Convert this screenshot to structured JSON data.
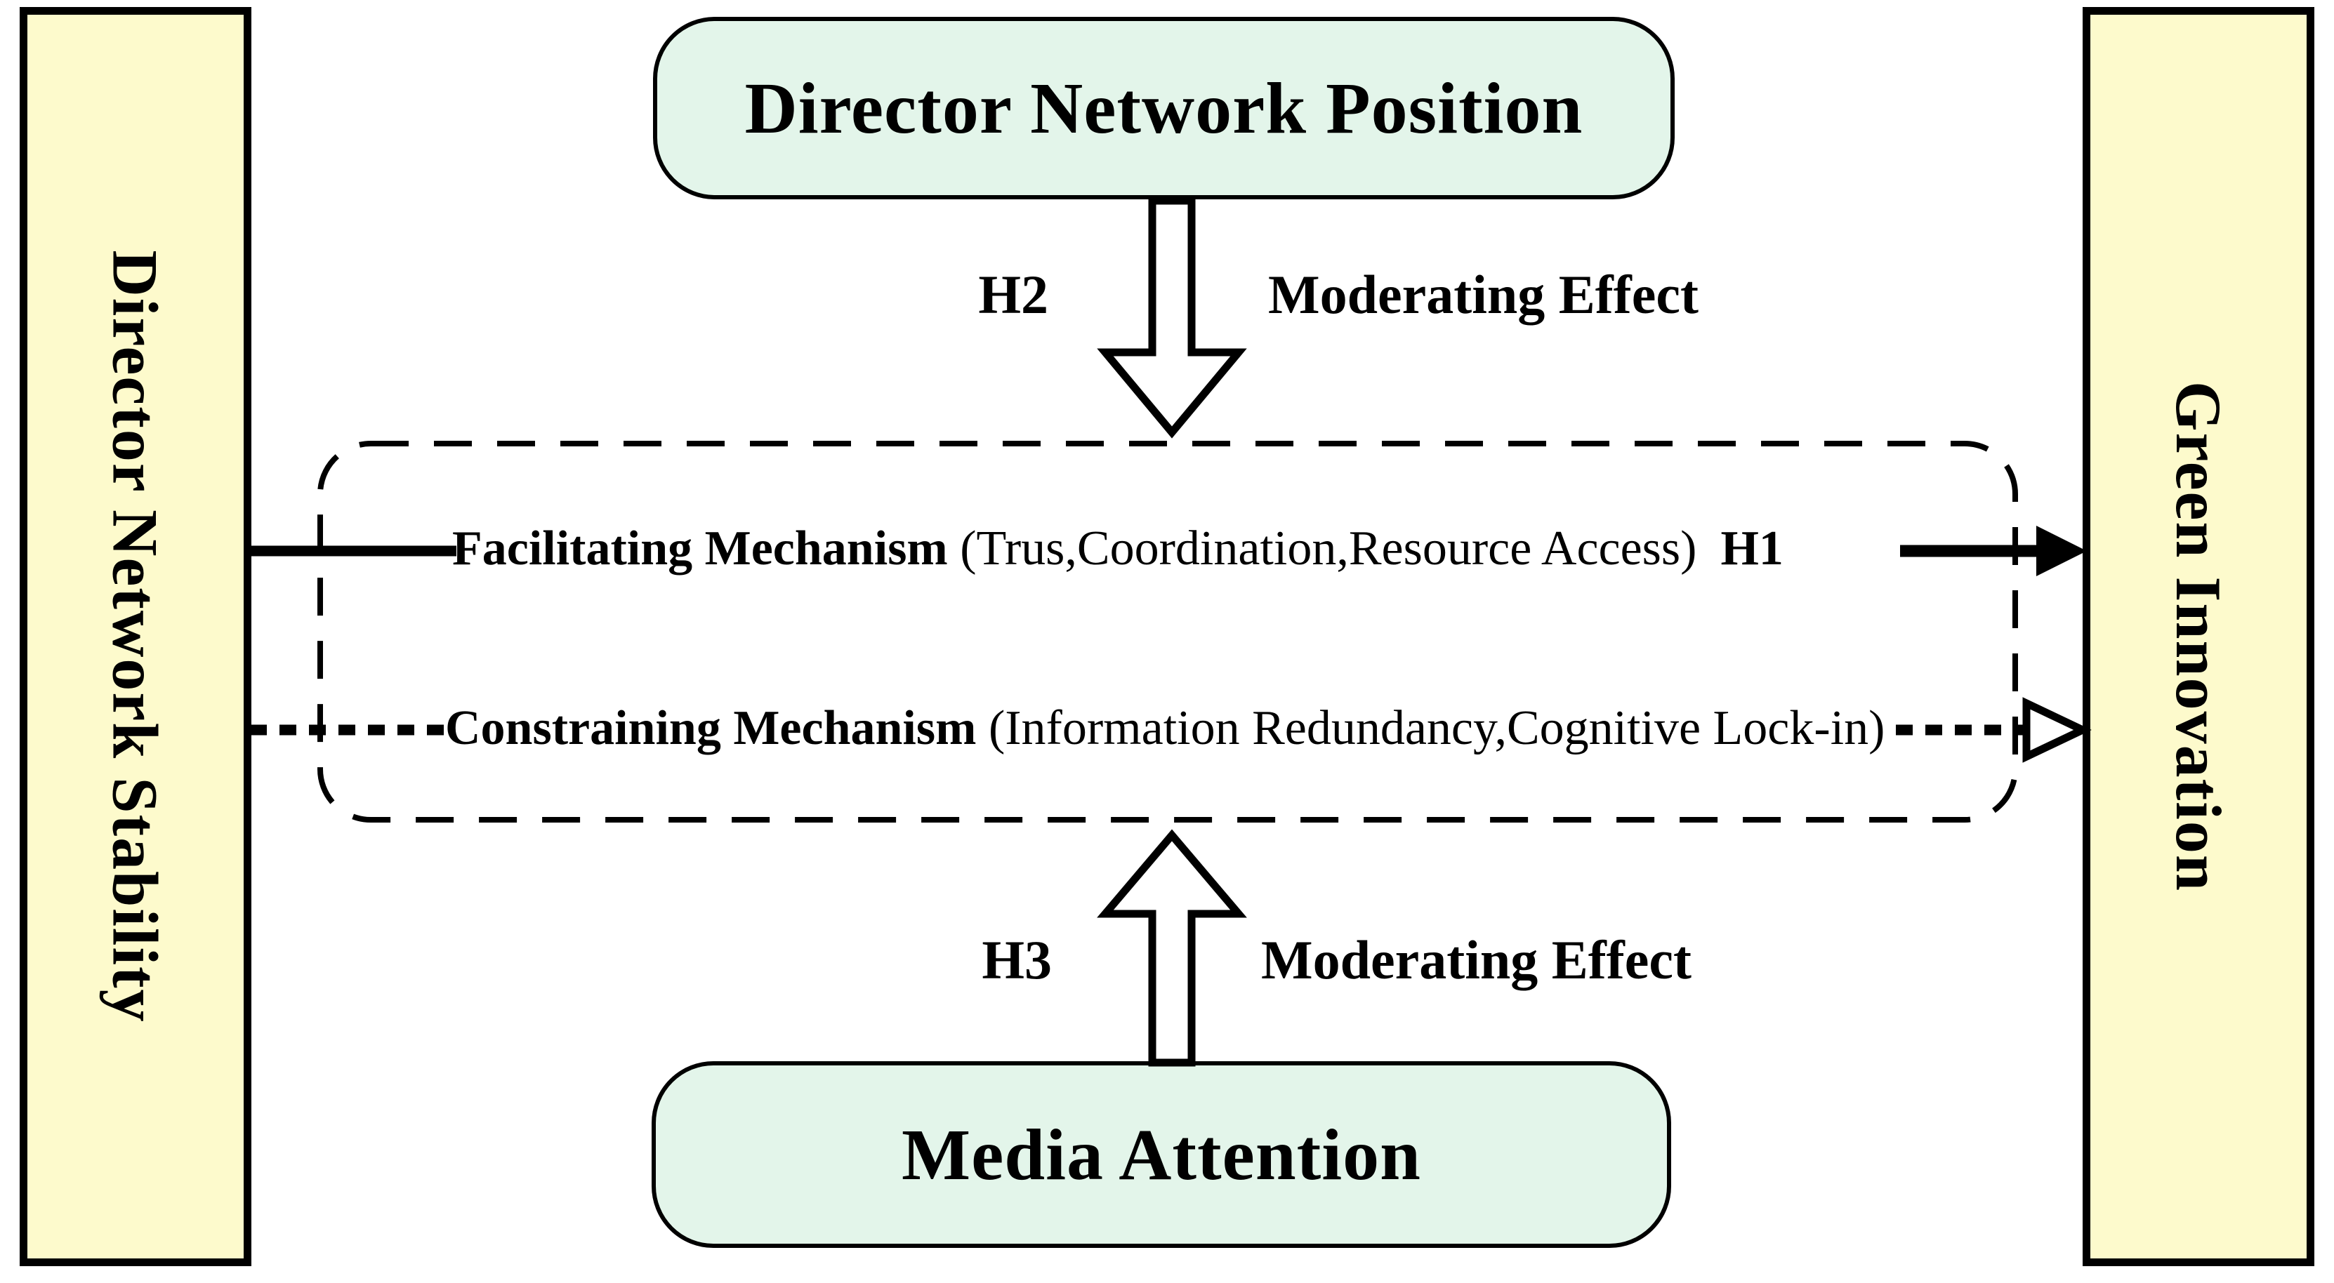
{
  "figure": {
    "left_box_label": "Director Network Stability",
    "right_box_label": "Green Innovation",
    "top_box_label": "Director Network Position",
    "bottom_box_label": "Media Attention",
    "facilitating": {
      "bold": "Facilitating Mechanism ",
      "detail": "(Trus,Coordination,Resource Access)",
      "hypothesis": "H1"
    },
    "constraining": {
      "bold": "Constraining Mechanism ",
      "detail": "(Information Redundancy,Cognitive Lock-in)"
    },
    "top_moderation": {
      "hypothesis": "H2",
      "label": "Moderating Effect"
    },
    "bottom_moderation": {
      "hypothesis": "H3",
      "label": "Moderating Effect"
    },
    "colors": {
      "side_box_fill": "#FDFACC",
      "center_box_fill": "#E3F5EA",
      "stroke": "#000000",
      "background": "#FFFFFF"
    }
  }
}
